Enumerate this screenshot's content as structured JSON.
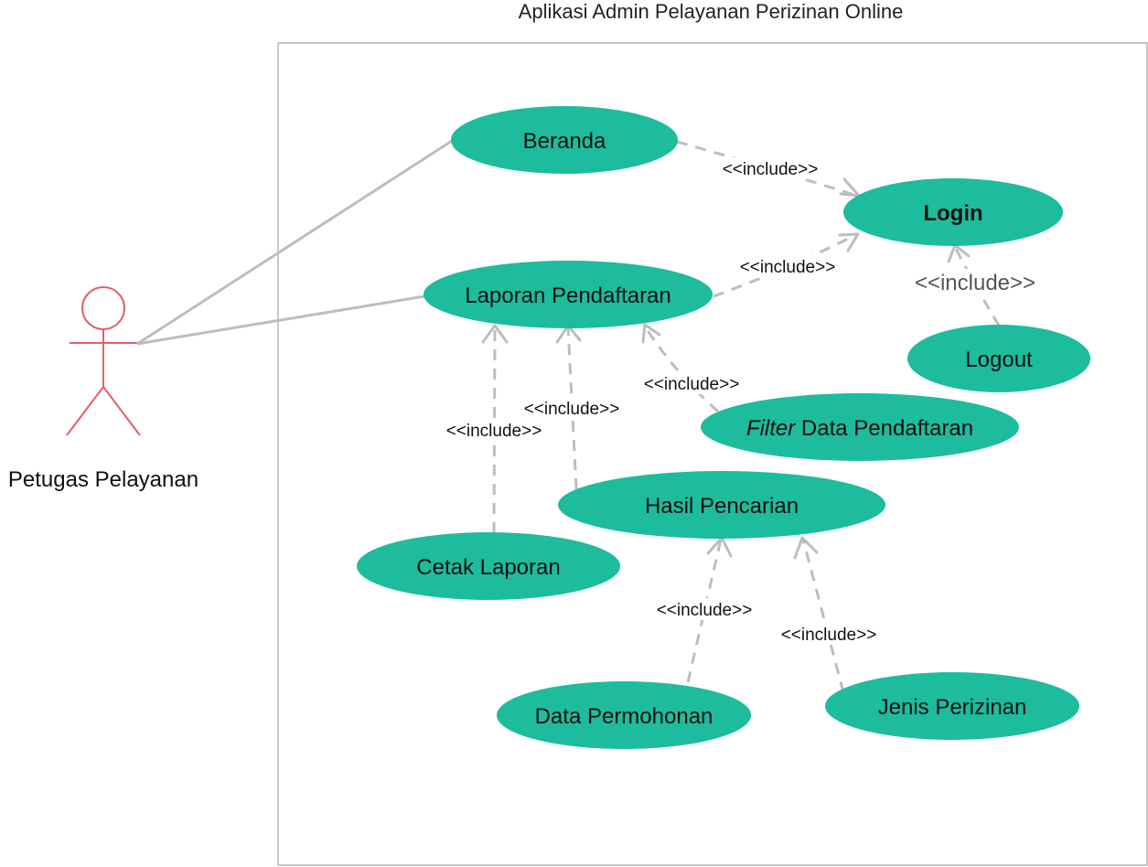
{
  "system": {
    "title": "Aplikasi Admin Pelayanan Perizinan Online"
  },
  "actor": {
    "name": "Petugas Pelayanan"
  },
  "use_cases": {
    "beranda": "Beranda",
    "login": "Login",
    "laporan": "Laporan Pendaftaran",
    "logout": "Logout",
    "filter_em": "Filter",
    "filter_rest": " Data Pendaftaran",
    "hasil": "Hasil Pencarian",
    "cetak": "Cetak Laporan",
    "permohonan": "Data Permohonan",
    "jenis": "Jenis Perizinan"
  },
  "relations": {
    "beranda_login": "<<include>>",
    "laporan_login": "<<include>>",
    "logout_login": "<<include>>",
    "filter_laporan": "<<include>>",
    "hasil_laporan": "<<include>>",
    "cetak_laporan": "<<include>>",
    "permohonan_hasil": "<<include>>",
    "jenis_hasil": "<<include>>"
  },
  "colors": {
    "use_case_fill": "#1dbc9c",
    "actor_stroke": "#e0616b",
    "line": "#bdbdbd",
    "boundary": "#c8c8c8"
  }
}
